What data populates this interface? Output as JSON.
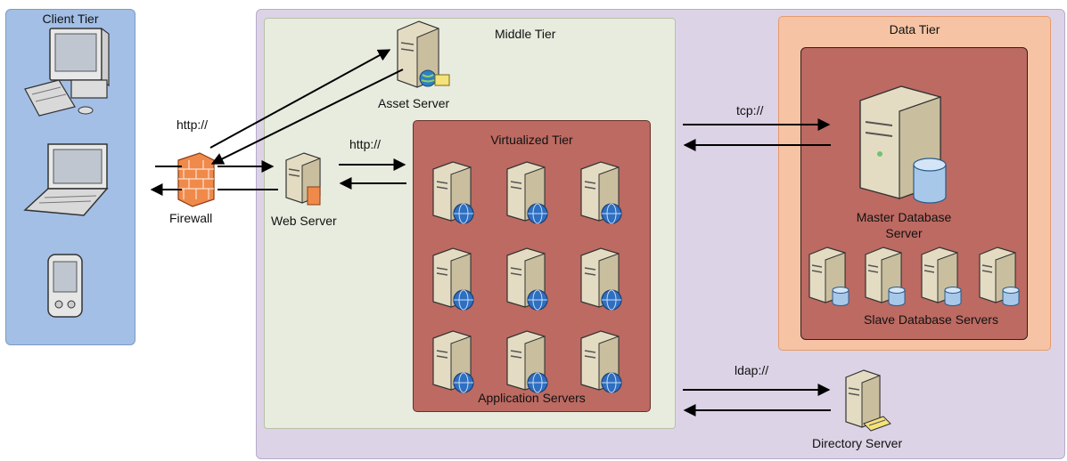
{
  "tiers": {
    "client": {
      "label": "Client Tier",
      "color": "#a3bfe6"
    },
    "outer": {
      "color": "#dcd3e6"
    },
    "middle": {
      "label": "Middle Tier",
      "color": "#e8ecdf"
    },
    "virtualized": {
      "label": "Virtualized Tier",
      "color": "#bc6a62"
    },
    "data": {
      "label": "Data Tier",
      "color": "#f6c4a4"
    }
  },
  "nodes": {
    "firewall": "Firewall",
    "web_server": "Web Server",
    "asset_server": "Asset Server",
    "application_servers": "Application Servers",
    "master_db": [
      "Master Database",
      "Server"
    ],
    "slave_db": "Slave Database Servers",
    "directory_server": "Directory Server"
  },
  "protocols": {
    "client_http": "http://",
    "web_http": "http://",
    "tcp": "tcp://",
    "ldap": "ldap://"
  },
  "devices": [
    "desktop-computer-icon",
    "laptop-icon",
    "pda-icon"
  ]
}
